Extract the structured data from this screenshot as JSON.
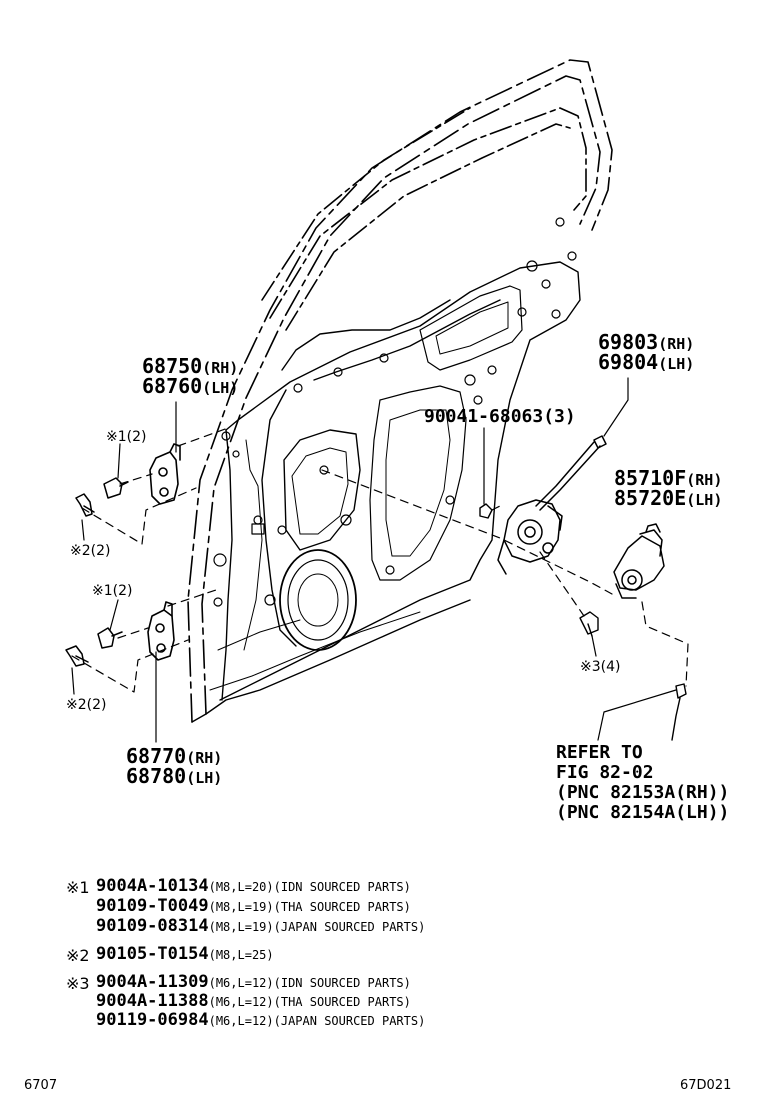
{
  "callouts": {
    "hinge_upper_a": "68750",
    "hinge_upper_a_side": "(RH)",
    "hinge_upper_b": "68760",
    "hinge_upper_b_side": "(LH)",
    "hinge_lower_a": "68770",
    "hinge_lower_a_side": "(RH)",
    "hinge_lower_b": "68780",
    "hinge_lower_b_side": "(LH)",
    "regulator_a": "69803",
    "regulator_a_side": "(RH)",
    "regulator_b": "69804",
    "regulator_b_side": "(LH)",
    "motor_a": "85710F",
    "motor_a_side": "(RH)",
    "motor_b": "85720E",
    "motor_b_side": "(LH)",
    "bolt_regulator": "90041-68063(3)",
    "mark_upper_bolt": "※1(2)",
    "mark_upper_nut": "※2(2)",
    "mark_lower_bolt": "※1(2)",
    "mark_lower_nut": "※2(2)",
    "mark_motor_bolt": "※3(4)"
  },
  "refer": {
    "line1": "REFER TO",
    "line2": "FIG 82-02",
    "line3": "(PNC 82153A(RH))",
    "line4": "(PNC 82154A(LH))"
  },
  "notes": {
    "g1_mark": "※1",
    "g1_r1_pn": "9004A-10134",
    "g1_r1_spec": "(M8,L=20)(IDN SOURCED PARTS)",
    "g1_r2_pn": "90109-T0049",
    "g1_r2_spec": "(M8,L=19)(THA SOURCED PARTS)",
    "g1_r3_pn": "90109-08314",
    "g1_r3_spec": "(M8,L=19)(JAPAN SOURCED PARTS)",
    "g2_mark": "※2",
    "g2_r1_pn": "90105-T0154",
    "g2_r1_spec": "(M8,L=25)",
    "g3_mark": "※3",
    "g3_r1_pn": "9004A-11309",
    "g3_r1_spec": "(M6,L=12)(IDN SOURCED PARTS)",
    "g3_r2_pn": "9004A-11388",
    "g3_r2_spec": "(M6,L=12)(THA SOURCED PARTS)",
    "g3_r3_pn": "90119-06984",
    "g3_r3_spec": "(M6,L=12)(JAPAN SOURCED PARTS)"
  },
  "footer": {
    "left_code": "6707",
    "right_code": "67D021"
  }
}
